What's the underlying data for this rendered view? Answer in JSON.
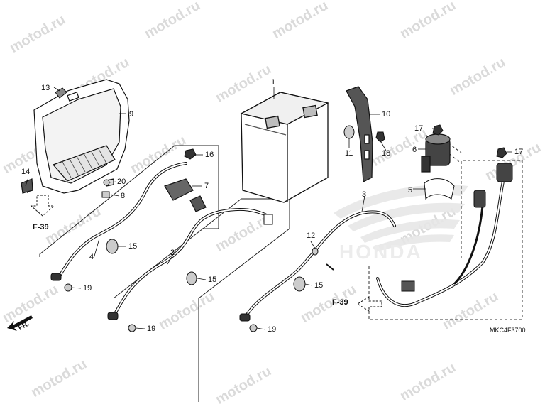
{
  "diagram": {
    "code": "MKC4F3700",
    "front_label": "FR.",
    "watermark": "motod.ru",
    "brand_watermark": "HONDA",
    "refs": {
      "left": "F-39",
      "right": "F-39"
    },
    "callouts": {
      "c1": "1",
      "c2": "2",
      "c3": "3",
      "c4": "4",
      "c5": "5",
      "c6": "6",
      "c7": "7",
      "c8": "8",
      "c9": "9",
      "c10": "10",
      "c11": "11",
      "c12": "12",
      "c13": "13",
      "c14": "14",
      "c15a": "15",
      "c15b": "15",
      "c15c": "15",
      "c16": "16",
      "c17a": "17",
      "c17b": "17",
      "c18": "18",
      "c19a": "19",
      "c19b": "19",
      "c19c": "19",
      "c20": "20"
    }
  }
}
